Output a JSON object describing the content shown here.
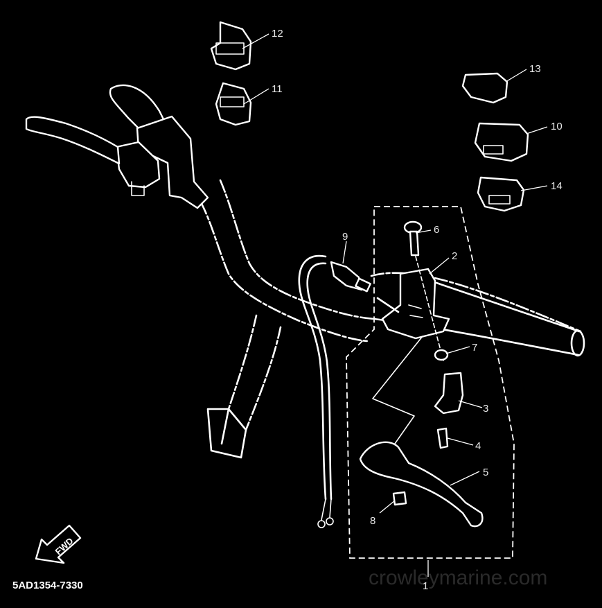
{
  "diagram": {
    "part_code": "5AD1354-7330",
    "watermark": "crowleymarine.com",
    "fwd_label": "FWD",
    "callouts": [
      {
        "id": "1",
        "label": "1"
      },
      {
        "id": "2",
        "label": "2"
      },
      {
        "id": "3",
        "label": "3"
      },
      {
        "id": "4",
        "label": "4"
      },
      {
        "id": "5",
        "label": "5"
      },
      {
        "id": "6",
        "label": "6"
      },
      {
        "id": "7",
        "label": "7"
      },
      {
        "id": "8",
        "label": "8"
      },
      {
        "id": "9",
        "label": "9"
      },
      {
        "id": "10",
        "label": "10"
      },
      {
        "id": "11",
        "label": "11"
      },
      {
        "id": "12",
        "label": "12"
      },
      {
        "id": "13",
        "label": "13"
      },
      {
        "id": "14",
        "label": "14"
      }
    ]
  }
}
